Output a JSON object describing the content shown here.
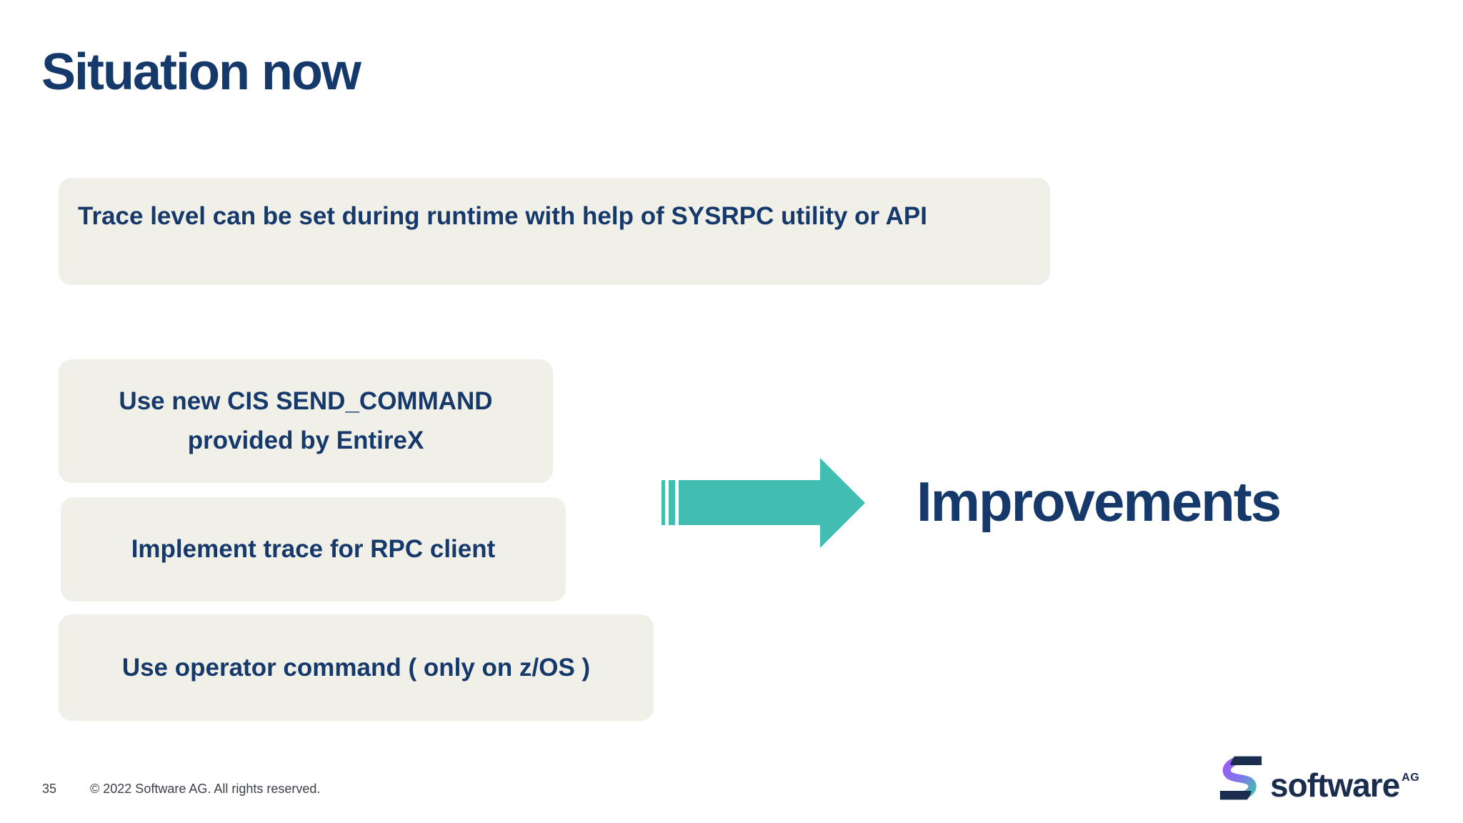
{
  "slide": {
    "title": "Situation now",
    "boxes": {
      "trace": {
        "text": "Trace level can be set during runtime with help of SYSRPC utility or API"
      },
      "cis": {
        "lines": [
          "Use new CIS SEND_COMMAND",
          "provided by EntireX"
        ]
      },
      "rpc": {
        "text": "Implement trace for RPC client"
      },
      "operator": {
        "text": "Use operator command ( only on z/OS )"
      }
    },
    "improvements_label": "Improvements",
    "footer": {
      "page_number": "35",
      "copyright": "© 2022 Software AG. All rights reserved."
    },
    "logo": {
      "wordmark": "software",
      "suffix": "AG"
    },
    "colors": {
      "heading_navy": "#16396B",
      "arrow_teal": "#42BDB2",
      "box_background": "#F1F0E8",
      "footer_text": "#3E4049",
      "logo_navy": "#1B2D4F",
      "logo_gradient_start": "#9A5CF5",
      "logo_gradient_end": "#3FC0B4"
    }
  }
}
